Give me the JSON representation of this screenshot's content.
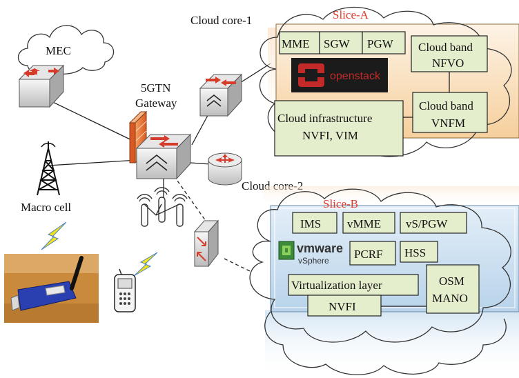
{
  "labels": {
    "mec": "MEC",
    "cloud_core_1": "Cloud core-1",
    "cloud_core_2": "Cloud core-2",
    "gateway_line1": "5GTN",
    "gateway_line2": "Gateway",
    "macro_cell": "Macro cell"
  },
  "slice_a": {
    "title": "Slice-A",
    "boxes": {
      "mme": "MME",
      "sgw": "SGW",
      "pgw": "PGW",
      "nfvo_line1": "Cloud band",
      "nfvo_line2": "NFVO",
      "infra_line1": "Cloud infrastructure",
      "infra_line2": "NVFI, VIM",
      "vnfm_line1": "Cloud band",
      "vnfm_line2": "VNFM"
    },
    "logo": "openstack",
    "logo_icon": "openstack-logo-icon"
  },
  "slice_b": {
    "title": "Slice-B",
    "boxes": {
      "ims": "IMS",
      "vmme": "vMME",
      "vspgw": "vS/PGW",
      "pcrf": "PCRF",
      "hss": "HSS",
      "virt": "Virtualization layer",
      "nvfi": "NVFI",
      "osm_line1": "OSM",
      "osm_line2": "MANO"
    },
    "logo_line1": "vmware",
    "logo_line2": "vSphere",
    "logo_icon": "vmware-logo-icon"
  },
  "colors": {
    "slice_title": "#e33a2a",
    "nf_box_fill": "#e4edcc",
    "platform_a_top": "#fbe0c8",
    "platform_b_top": "#cfe3f3",
    "firewall": "#e8773a",
    "usb_body": "#2a3fb0"
  },
  "icons": {
    "router": "router-icon",
    "switch": "switch-icon",
    "firewall": "firewall-icon",
    "tower": "cell-tower-icon",
    "antenna": "small-cell-antenna-icon",
    "phone": "mobile-phone-icon",
    "usb": "usb-dongle-icon",
    "wireless": "wireless-bolt-icon"
  }
}
